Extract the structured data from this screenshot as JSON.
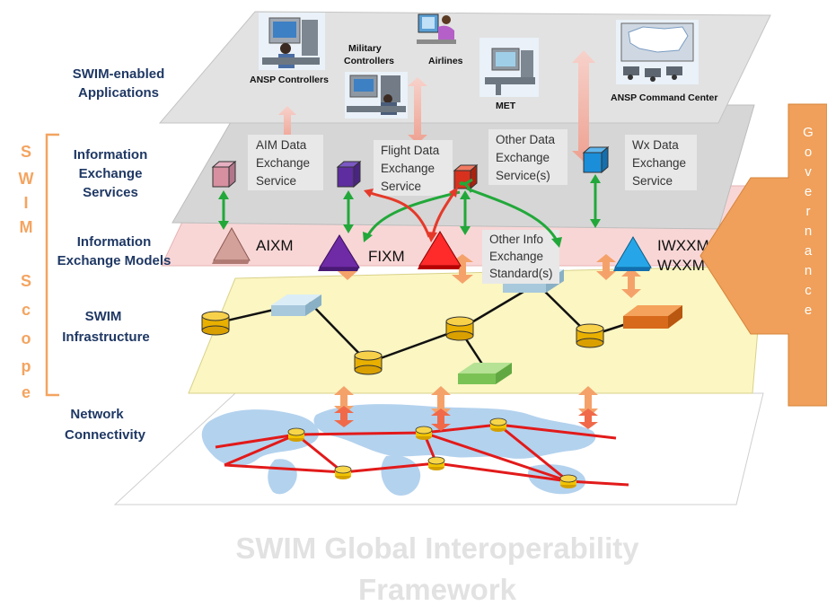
{
  "layers": {
    "applications": [
      "SWIM-enabled",
      "Applications"
    ],
    "services": [
      "Information",
      "Exchange",
      "Services"
    ],
    "models": [
      "Information",
      "Exchange Models"
    ],
    "infrastructure": [
      "SWIM",
      "Infrastructure"
    ],
    "network": [
      "Network",
      "Connectivity"
    ]
  },
  "scope_letters": [
    "S",
    "W",
    "I",
    "M",
    "S",
    "c",
    "o",
    "p",
    "e"
  ],
  "governance_letters": [
    "G",
    "o",
    "v",
    "e",
    "r",
    "n",
    "a",
    "n",
    "c",
    "e"
  ],
  "actors": {
    "ansp_controllers": "ANSP Controllers",
    "military": [
      "Military",
      "Controllers"
    ],
    "airlines": "Airlines",
    "met": "MET",
    "command_center": "ANSP Command Center"
  },
  "services": {
    "aim": [
      "AIM Data",
      "Exchange",
      "Service"
    ],
    "flight": [
      "Flight Data",
      "Exchange",
      "Service"
    ],
    "other": [
      "Other Data",
      "Exchange",
      "Service(s)"
    ],
    "wx": [
      "Wx Data",
      "Exchange",
      "Service"
    ]
  },
  "models": {
    "aixm": "AIXM",
    "fixm": "FIXM",
    "other": [
      "Other Info",
      "Exchange",
      "Standard(s)"
    ],
    "iwxxm": [
      "IWXXM/",
      "WXXM"
    ]
  },
  "title": [
    "SWIM Global Interoperability",
    "Framework"
  ],
  "colors": {
    "label": "#1f3864",
    "scope": "#f4a460",
    "governance": "#f0a05a",
    "green_arrow": "#22a83a",
    "red_arrow": "#e53a2a",
    "network_line": "#e21a1a",
    "services_plane": "#d6d6d6",
    "models_plane": "#f9d6d6",
    "infra_plane": "#fbf6c2"
  }
}
